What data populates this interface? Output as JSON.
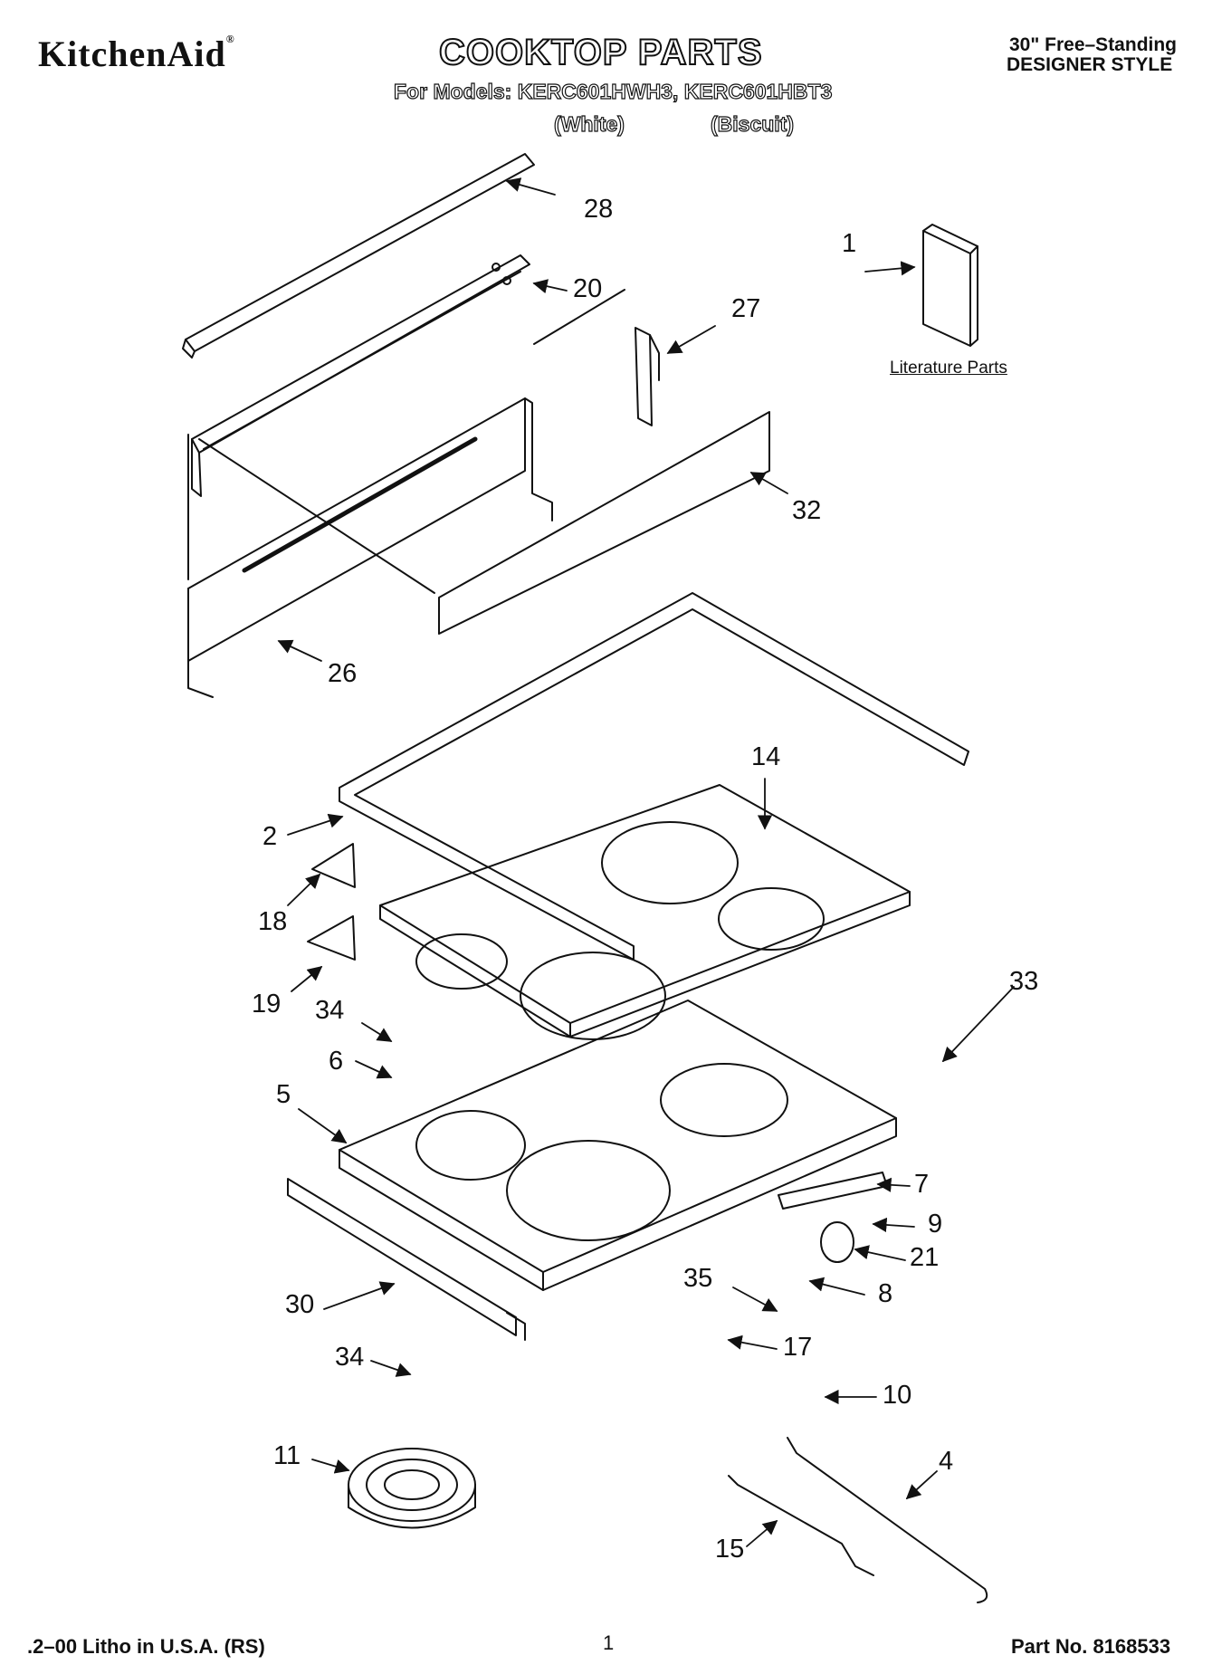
{
  "header": {
    "brand": "KitchenAid",
    "title": "COOKTOP PARTS",
    "models": "For Models: KERC601HWH3, KERC601HBT3",
    "color_white": "(White)",
    "color_biscuit": "(Biscuit)",
    "style_line1": "30\" Free–Standing",
    "style_line2": "DESIGNER STYLE"
  },
  "diagram": {
    "literature_label": "Literature Parts",
    "callouts": {
      "c1": "1",
      "c2": "2",
      "c4": "4",
      "c5": "5",
      "c6": "6",
      "c7": "7",
      "c8": "8",
      "c9": "9",
      "c10": "10",
      "c11": "11",
      "c14": "14",
      "c15": "15",
      "c17": "17",
      "c18": "18",
      "c19": "19",
      "c20": "20",
      "c21": "21",
      "c26": "26",
      "c27": "27",
      "c28": "28",
      "c30": "30",
      "c32": "32",
      "c33": "33",
      "c34a": "34",
      "c34b": "34",
      "c35": "35"
    }
  },
  "footer": {
    "litho": ".2–00 Litho in U.S.A. (RS)",
    "page": "1",
    "part_no": "Part No. 8168533"
  }
}
